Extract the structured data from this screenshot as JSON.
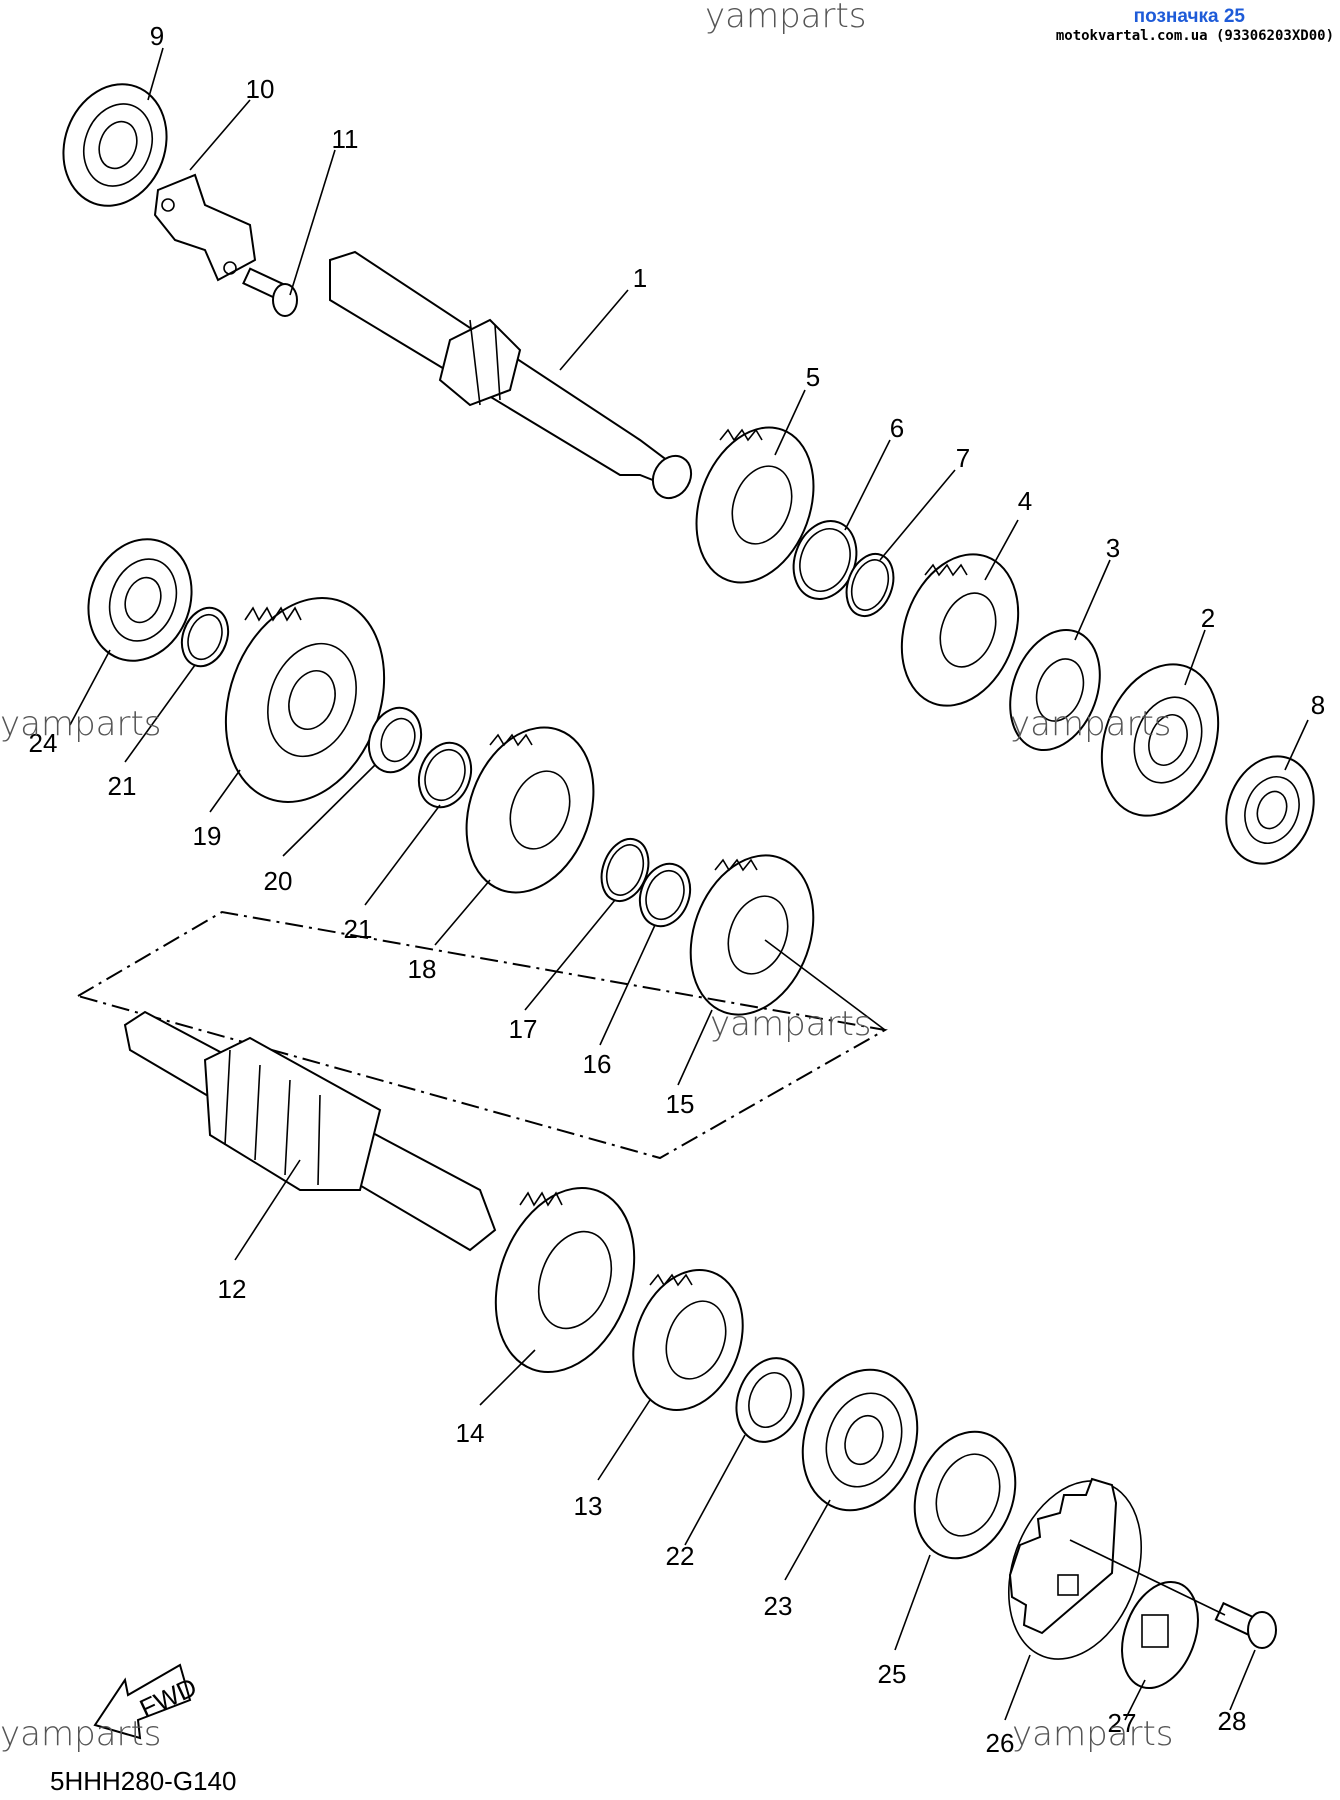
{
  "header": {
    "label": "позначка 25",
    "site": "motokvartal.com.ua (93306203XD00)"
  },
  "watermark": "yamparts",
  "diagram_code": "5HHH280-G140",
  "fwd_label": "FWD",
  "parts": [
    "1",
    "2",
    "3",
    "4",
    "5",
    "6",
    "7",
    "8",
    "9",
    "10",
    "11",
    "12",
    "13",
    "14",
    "15",
    "16",
    "17",
    "18",
    "19",
    "20",
    "21",
    "21",
    "22",
    "23",
    "24",
    "25",
    "26",
    "27",
    "28"
  ],
  "colors": {
    "label_blue": "#1e5bd8",
    "line": "#000000"
  }
}
